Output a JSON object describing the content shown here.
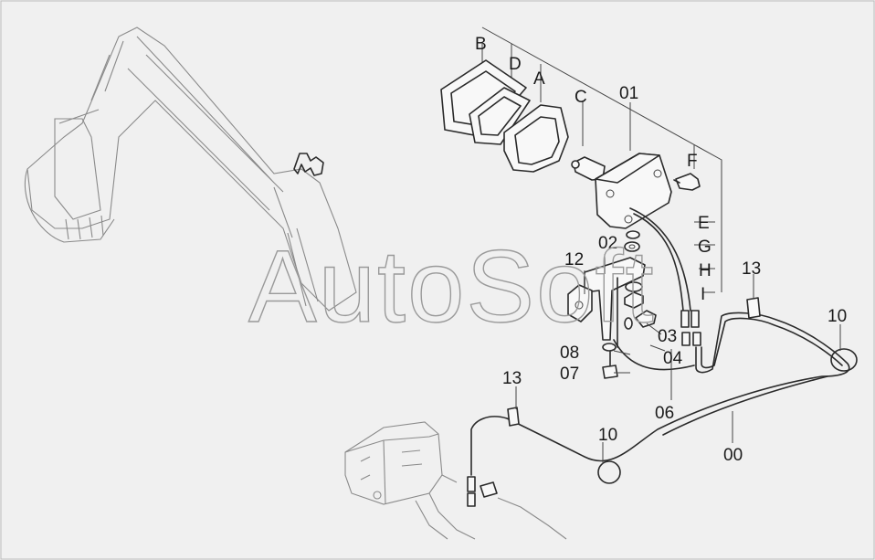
{
  "watermark": "AutoSoft",
  "labels": {
    "B": "B",
    "D": "D",
    "A": "A",
    "C": "C",
    "p01": "01",
    "F": "F",
    "E": "E",
    "G": "G",
    "H": "H",
    "I": "I",
    "p02": "02",
    "p12": "12",
    "p13a": "13",
    "p10a": "10",
    "p03": "03",
    "p04": "04",
    "p08": "08",
    "p07": "07",
    "p06": "06",
    "p13b": "13",
    "p10b": "10",
    "p00": "00"
  }
}
